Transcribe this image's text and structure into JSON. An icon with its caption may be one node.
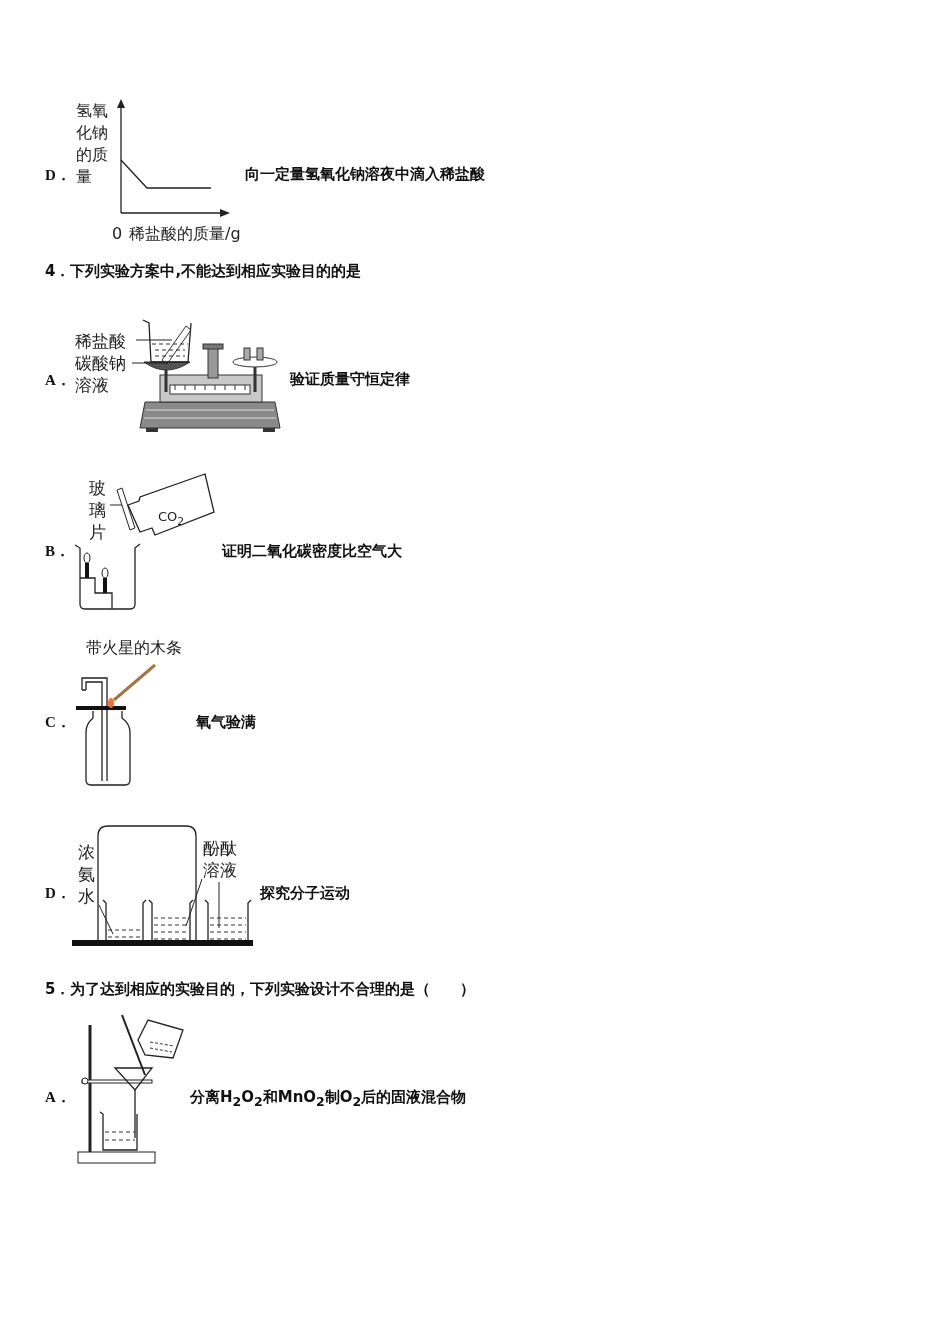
{
  "diagram": {
    "nodes": [
      {
        "text": [
          "稀盐酸"
        ]
      },
      {
        "text": [
          "碳酸钠溶液"
        ]
      },
      {
        "text": [
          "玻璃片"
        ]
      },
      {
        "text": [
          "浓氨水"
        ]
      },
      {
        "text": [
          "酚酞溶液"
        ]
      }
    ],
    "edges": [
      {
        "from": 0,
        "to": null,
        "arrow": "none"
      },
      {
        "from": 1,
        "to": null,
        "arrow": "none"
      },
      {
        "from": 2,
        "to": null,
        "arrow": "none"
      },
      {
        "from": 3,
        "to": null,
        "arrow": "none"
      },
      {
        "from": 4,
        "to": null,
        "arrow": "none"
      },
      {
        "from": 4,
        "to": null,
        "arrow": "none"
      }
    ],
    "labels": [
      "D．",
      "氢氧化钠的质量",
      "0",
      "稀盐酸的质量/g",
      "向一定量氢氧化钠溶夜中滴入稀盐酸",
      "4．下列实验方案中,不能达到相应实验目的的是",
      "A．",
      "验证质量守恒定律",
      "B．",
      "CO$_{2}$",
      "证明二氧化碳密度比空气大",
      "C．",
      "带火星的木条",
      "氧气验满",
      "D．",
      "探究分子运动",
      "5．为了达到相应的实验目的，下列实验设计不合理的是（　　）",
      "A．",
      "分离H$_{2}$O$_{2}$和MnO$_{2}$制O$_{2}$后的固液混合物"
    ]
  }
}
